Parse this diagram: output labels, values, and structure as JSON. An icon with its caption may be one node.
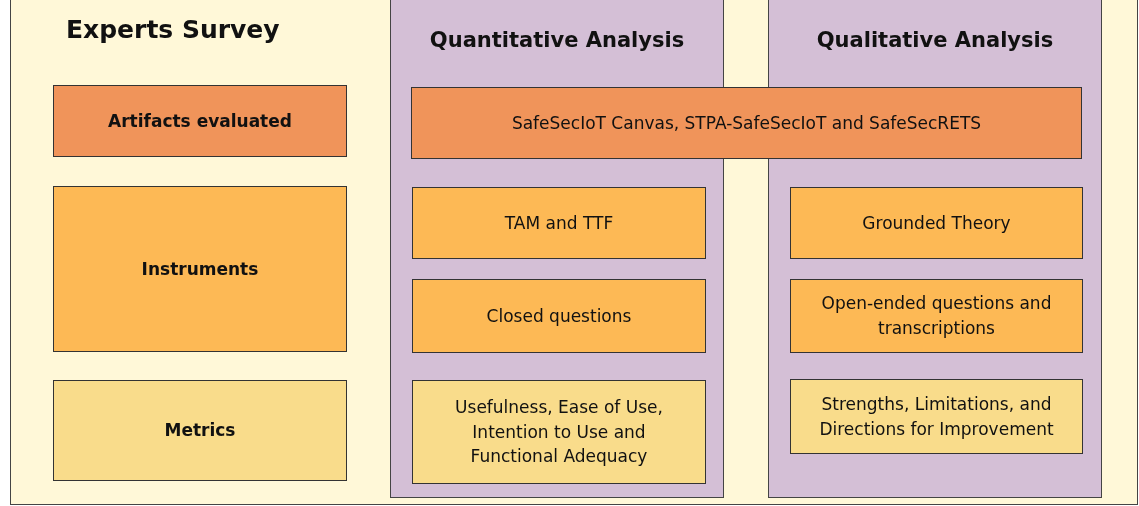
{
  "diagram": {
    "nodes": [
      {
        "text": [
          "Experts Survey"
        ]
      },
      {
        "text": [
          "Artifacts evaluated"
        ],
        "in": 0
      },
      {
        "text": [
          "Instruments"
        ],
        "in": 0
      },
      {
        "text": [
          "Metrics"
        ],
        "in": 0
      },
      {
        "text": [
          "Quantitative Analysis"
        ],
        "in": 0
      },
      {
        "text": [
          "Qualitative Analysis"
        ],
        "in": 0
      },
      {
        "text": [
          "SafeSecIoT Canvas,  STPA-SafeSecIoT and SafeSecRETS"
        ],
        "in": 0
      },
      {
        "text": [
          "TAM and TTF"
        ],
        "in": 4
      },
      {
        "text": [
          "Closed questions"
        ],
        "in": 4
      },
      {
        "text": [
          "Usefulness, Ease of Use, Intention to Use and Functional Adequacy"
        ],
        "in": 4
      },
      {
        "text": [
          "Grounded Theory"
        ],
        "in": 5
      },
      {
        "text": [
          "Open-ended questions and transcriptions"
        ],
        "in": 5
      },
      {
        "text": [
          "Strengths, Limitations, and Directions for Improvement"
        ],
        "in": 5
      }
    ],
    "edges": []
  }
}
